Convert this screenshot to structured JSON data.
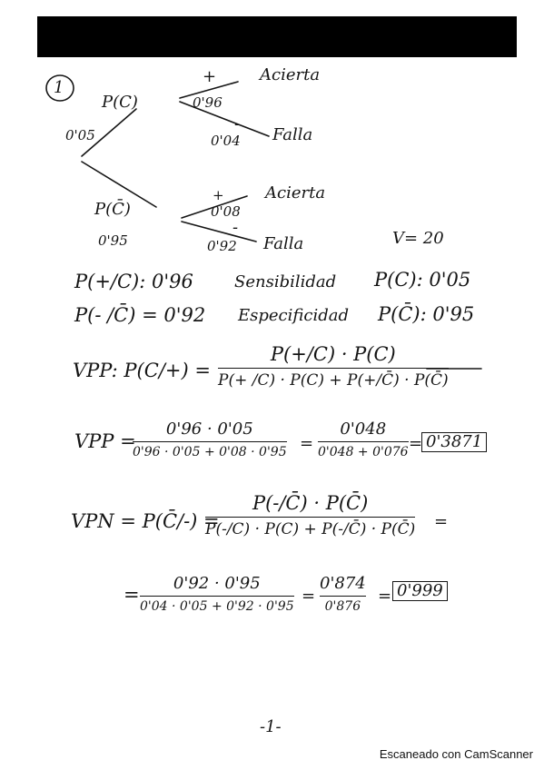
{
  "problem_number": "1",
  "tree": {
    "root_prob": "0'05",
    "branch_top_label": "P(C)",
    "branch_bottom_label": "P(C̄)",
    "branch_bottom_prob": "0'95",
    "top_plus": "+",
    "top_plus_prob": "0'96",
    "top_plus_outcome": "Acierta",
    "top_minus": "-",
    "top_minus_prob": "0'04",
    "top_minus_outcome": "Falla",
    "bottom_plus": "+",
    "bottom_plus_prob": "0'08",
    "bottom_plus_outcome": "Acierta",
    "bottom_minus": "-",
    "bottom_minus_prob": "0'92",
    "bottom_minus_outcome": "Falla",
    "v_value": "V= 20"
  },
  "defs": {
    "sens_expr": "P(+/C): 0'96",
    "sens_label": "Sensibilidad",
    "pc": "P(C): 0'05",
    "spec_expr": "P(- /C̄) = 0'92",
    "spec_label": "Especificidad",
    "pcbar": "P(C̄): 0'95"
  },
  "vpp_formula": {
    "lhs": "VPP: P(C/+) =",
    "num": "P(+/C) · P(C)",
    "den": "P(+ /C) · P(C) + P(+/C̄) · P(C̄)"
  },
  "vpp_calc": {
    "lhs": "VPP =",
    "num1": "0'96 · 0'05",
    "den1": "0'96 · 0'05 + 0'08 · 0'95",
    "eq": "=",
    "num2": "0'048",
    "den2": "0'048 + 0'076",
    "eq2": "=",
    "result": "0'3871"
  },
  "vpn_formula": {
    "lhs": "VPN = P(C̄/-) =",
    "num": "P(-/C̄) · P(C̄)",
    "den": "P(-/C) · P(C) + P(-/C̄) · P(C̄)",
    "eq": "="
  },
  "vpn_calc": {
    "eq0": "=",
    "num1": "0'92 · 0'95",
    "den1": "0'04 · 0'05 + 0'92 · 0'95",
    "eq": "=",
    "num2": "0'874",
    "den2": "0'876",
    "eq2": "=",
    "result": "0'999"
  },
  "page_number": "-1-",
  "scanner_credit": "Escaneado con CamScanner"
}
